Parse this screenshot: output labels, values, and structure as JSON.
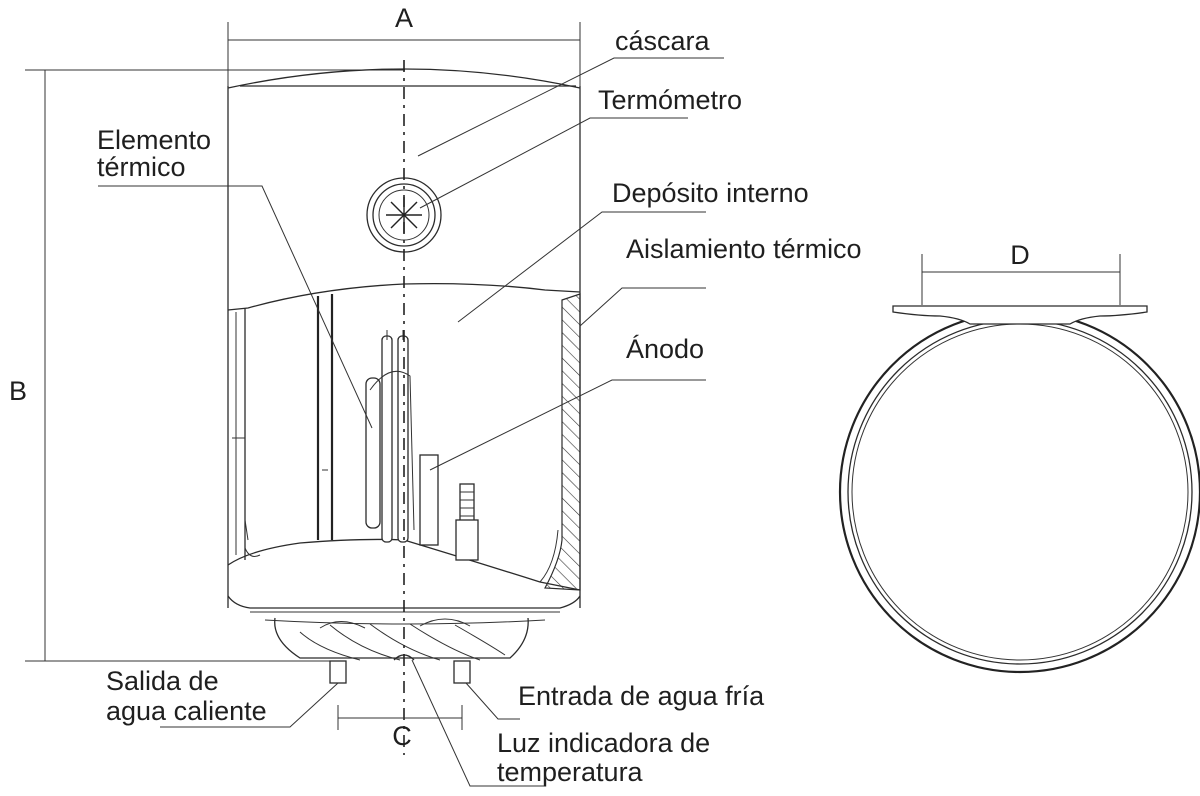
{
  "dimensions": {
    "A": "A",
    "B": "B",
    "C": "C",
    "D": "D"
  },
  "labels": {
    "shell": "cáscara",
    "thermometer": "Termómetro",
    "heating_element_line1": "Elemento",
    "heating_element_line2": "térmico",
    "inner_tank": "Depósito interno",
    "insulation": "Aislamiento térmico",
    "anode": "Ánodo",
    "hot_outlet_line1": "Salida de",
    "hot_outlet_line2": "agua caliente",
    "cold_inlet": "Entrada de agua fría",
    "indicator_line1": "Luz indicadora de",
    "indicator_line2": "temperatura"
  }
}
